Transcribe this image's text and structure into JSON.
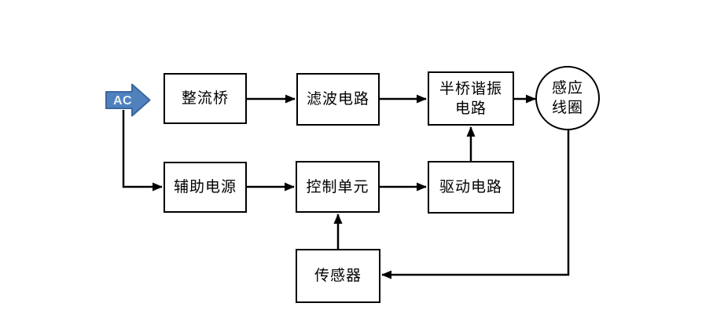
{
  "page": {
    "background": "#ffffff"
  },
  "diagram": {
    "type": "block-diagram",
    "line_color": "#000000",
    "ac_input": {
      "label": "AC",
      "fill": "#4f81bd",
      "stroke": "#3a66a0",
      "text_color": "#e9f0f9"
    },
    "blocks": [
      {
        "id": "rectifier-bridge",
        "shape": "rectangle",
        "lines": [
          "整流桥"
        ]
      },
      {
        "id": "filter-circuit",
        "shape": "rectangle",
        "lines": [
          "滤波电路"
        ]
      },
      {
        "id": "half-bridge-resonant-circuit",
        "shape": "rectangle",
        "lines": [
          "半桥谐振",
          "电路"
        ]
      },
      {
        "id": "induction-coil",
        "shape": "circle",
        "lines": [
          "感应",
          "线圈"
        ]
      },
      {
        "id": "auxiliary-power-supply",
        "shape": "rectangle",
        "lines": [
          "辅助电源"
        ]
      },
      {
        "id": "control-unit",
        "shape": "rectangle",
        "lines": [
          "控制单元"
        ]
      },
      {
        "id": "drive-circuit",
        "shape": "rectangle",
        "lines": [
          "驱动电路"
        ]
      },
      {
        "id": "sensor",
        "shape": "rectangle",
        "lines": [
          "传感器"
        ]
      }
    ],
    "connections": [
      {
        "from": "ac-input",
        "to": "rectifier-bridge",
        "style": "block-arrow"
      },
      {
        "from": "ac-input",
        "to": "auxiliary-power-supply",
        "style": "arrow"
      },
      {
        "from": "rectifier-bridge",
        "to": "filter-circuit",
        "style": "arrow"
      },
      {
        "from": "filter-circuit",
        "to": "half-bridge-resonant-circuit",
        "style": "arrow"
      },
      {
        "from": "half-bridge-resonant-circuit",
        "to": "induction-coil",
        "style": "arrow"
      },
      {
        "from": "auxiliary-power-supply",
        "to": "control-unit",
        "style": "arrow"
      },
      {
        "from": "control-unit",
        "to": "drive-circuit",
        "style": "arrow"
      },
      {
        "from": "drive-circuit",
        "to": "half-bridge-resonant-circuit",
        "style": "arrow"
      },
      {
        "from": "sensor",
        "to": "control-unit",
        "style": "arrow"
      },
      {
        "from": "induction-coil",
        "to": "sensor",
        "style": "arrow"
      }
    ]
  }
}
